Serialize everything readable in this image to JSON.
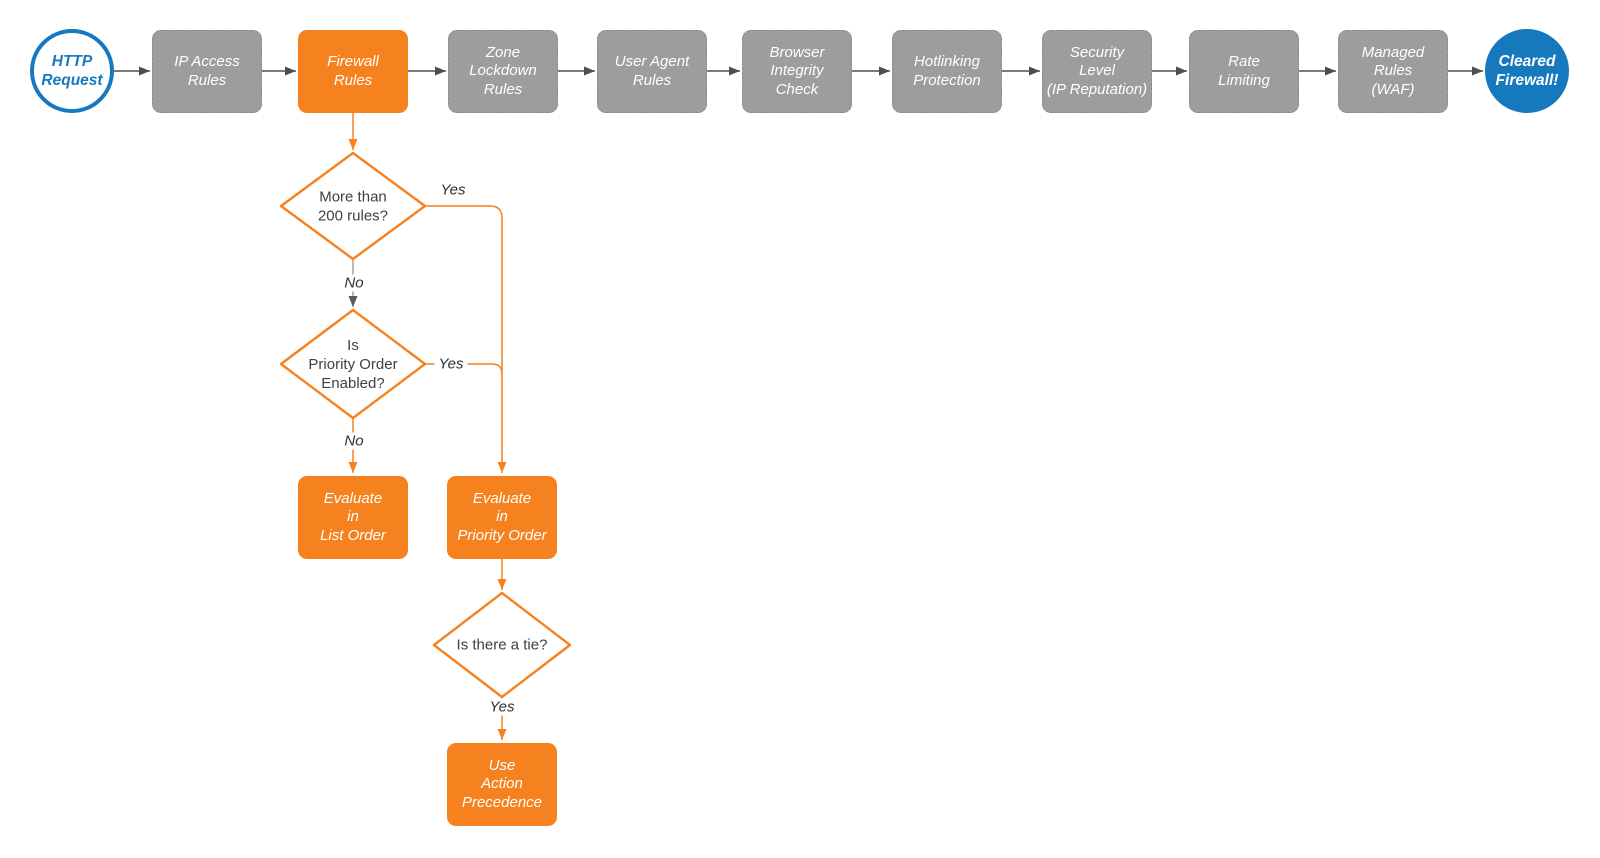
{
  "colors": {
    "accent_orange": "#f6821f",
    "step_gray": "#9d9da0",
    "brand_blue": "#1779bd",
    "arrow_dark_gray": "#4e4e4e",
    "connector_light_gray": "#a3a3a3"
  },
  "flow": {
    "start_label": "HTTP\nRequest",
    "steps": [
      "IP Access\nRules",
      "Firewall\nRules",
      "Zone\nLockdown\nRules",
      "User Agent\nRules",
      "Browser\nIntegrity\nCheck",
      "Hotlinking\nProtection",
      "Security\nLevel\n(IP Reputation)",
      "Rate\nLimiting",
      "Managed\nRules\n(WAF)"
    ],
    "end_label": "Cleared\nFirewall!"
  },
  "branch": {
    "decision_rules": {
      "question": "More than\n200 rules?",
      "yes": "Yes",
      "no": "No"
    },
    "decision_priority": {
      "question": "Is\nPriority Order\nEnabled?",
      "yes": "Yes",
      "no": "No"
    },
    "evaluate_list": "Evaluate\nin\nList Order",
    "evaluate_priority": "Evaluate\nin\nPriority Order",
    "decision_tie": {
      "question": "Is there a tie?",
      "yes": "Yes"
    },
    "use_action_precedence": "Use\nAction\nPrecedence"
  }
}
